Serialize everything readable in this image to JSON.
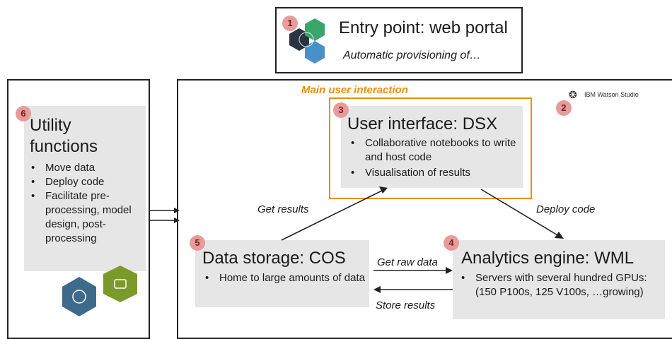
{
  "entry": {
    "badge": "1",
    "title": "Entry point: web portal",
    "subtitle": "Automatic provisioning of…"
  },
  "main_label": "Main user interaction",
  "watson": {
    "badge": "2",
    "logo_text": "IBM Watson Studio"
  },
  "dsx": {
    "badge": "3",
    "title": "User interface: DSX",
    "bullets": [
      "Collaborative notebooks to write and host code",
      "Visualisation of results"
    ]
  },
  "wml": {
    "badge": "4",
    "title": "Analytics engine: WML",
    "bullets": [
      "Servers with several hundred GPUs: (150 P100s, 125 V100s, …growing)"
    ]
  },
  "cos": {
    "badge": "5",
    "title": "Data storage: COS",
    "bullets": [
      "Home to large amounts of data"
    ]
  },
  "utility": {
    "badge": "6",
    "title_line1": "Utility",
    "title_line2": "functions",
    "bullets": [
      "Move data",
      "Deploy code",
      "Facilitate pre-processing, model design, post-processing"
    ]
  },
  "arrows": {
    "get_results": "Get results",
    "deploy_code": "Deploy code",
    "get_raw_data": "Get raw data",
    "store_results": "Store results"
  },
  "colors": {
    "accent_orange": "#e8900c",
    "badge_pink": "#e89b9b",
    "hex_dark": "#2a3340",
    "hex_green": "#3aa56b",
    "hex_blue": "#4a90c8",
    "hex_olive": "#7a9a2a",
    "hex_steel": "#3e6b8c"
  }
}
